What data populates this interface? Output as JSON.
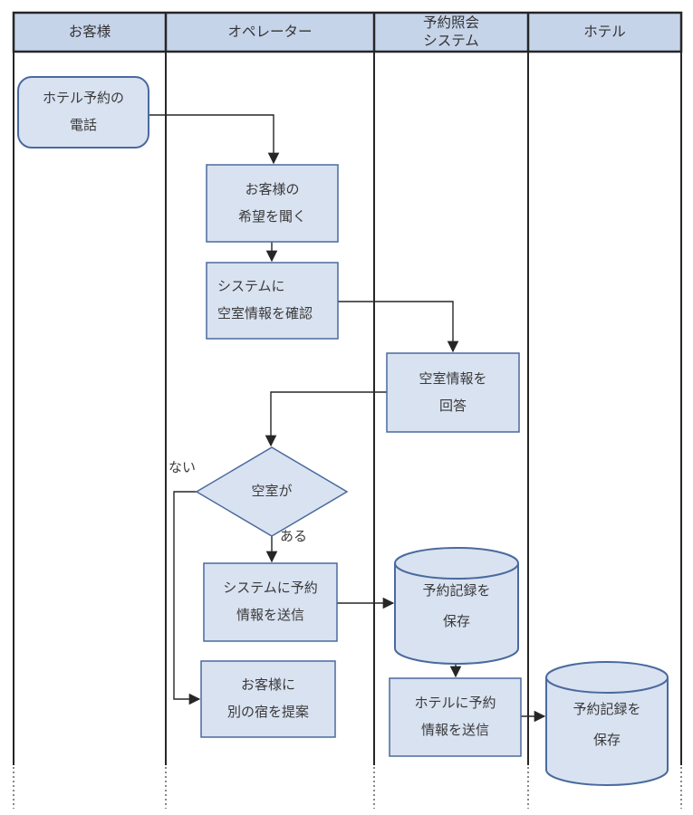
{
  "diagram": {
    "lanes": {
      "customer": "お客様",
      "operator": "オペレーター",
      "system": "予約照会\nシステム",
      "hotel": "ホテル"
    },
    "nodes": {
      "start": "ホテル予約の\n電話",
      "listen": "お客様の\n希望を聞く",
      "check_vacancy": "システムに\n空室情報を確認",
      "answer_vacancy": "空室情報を\n回答",
      "decision": "空室が",
      "send_reservation": "システムに予約\n情報を送信",
      "save_record_system": "予約記録を\n保存",
      "propose_alternative": "お客様に\n別の宿を提案",
      "send_to_hotel": "ホテルに予約\n情報を送信",
      "save_record_hotel": "予約記録を\n保存"
    },
    "branch_labels": {
      "no": "ない",
      "yes": "ある"
    },
    "colors": {
      "shape_fill": "#D9E2F1",
      "shape_border": "#4A6A9D",
      "header_fill": "#C6D4EA",
      "line": "#262626",
      "text": "#3A3A3A"
    }
  }
}
